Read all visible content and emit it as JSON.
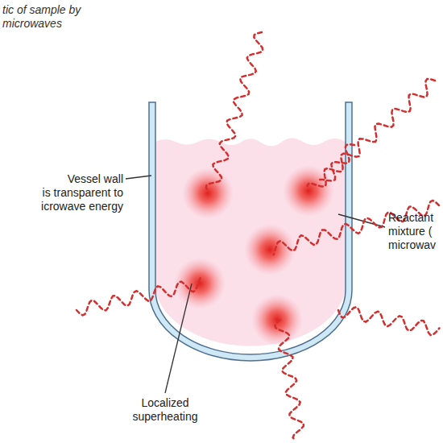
{
  "diagram": {
    "title": "tic of sample by microwaves",
    "labels": [
      "Vessel wall",
      "is transparent to",
      "icrowave energy",
      "Reactant",
      "mixture (",
      "microwav",
      "Localized superheating"
    ]
  }
}
